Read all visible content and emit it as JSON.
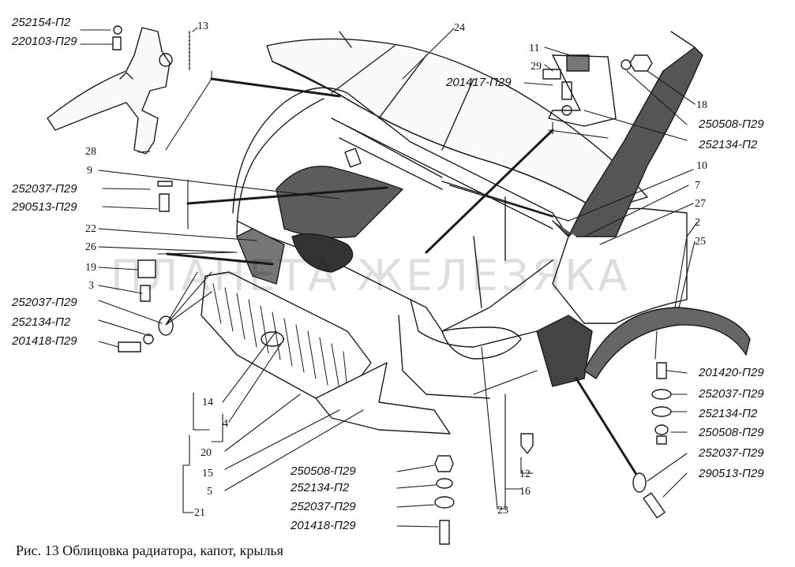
{
  "caption": "Рис. 13 Облицовка радиатора, капот, крылья",
  "watermark": "ПЛАНЕТА ЖЕЛЕЗЯКА",
  "part_codes": {
    "c252154_top": "252154-П2",
    "c220103": "220103-П29",
    "c252037_left1": "252037-П29",
    "c290513_left": "290513-П29",
    "c252037_left2": "252037-П29",
    "c252134_left": "252134-П2",
    "c201418_left": "201418-П29",
    "c201417": "201417-П29",
    "c250508_right1": "250508-П29",
    "c252134_right1": "252134-П2",
    "c201420": "201420-П29",
    "c252037_right1": "252037-П29",
    "c252134_right2": "252134-П2",
    "c250508_right2": "250508-П29",
    "c252037_right2": "252037-П29",
    "c290513_right": "290513-П29",
    "c250508_bottom": "250508-П29",
    "c252134_bottom": "252134-П2",
    "c252037_bottom": "252037-П29",
    "c201418_bottom": "201418-П29"
  },
  "callouts": {
    "n13": "13",
    "n24": "24",
    "n11": "11",
    "n29": "29",
    "n18": "18",
    "n28": "28",
    "n9": "9",
    "n10": "10",
    "n7": "7",
    "n27": "27",
    "n2": "2",
    "n25": "25",
    "n22": "22",
    "n26": "26",
    "n19": "19",
    "n3": "3",
    "n14": "14",
    "n4": "4",
    "n20": "20",
    "n15": "15",
    "n5": "5",
    "n21": "21",
    "n12": "12",
    "n16": "16",
    "n23": "23"
  }
}
